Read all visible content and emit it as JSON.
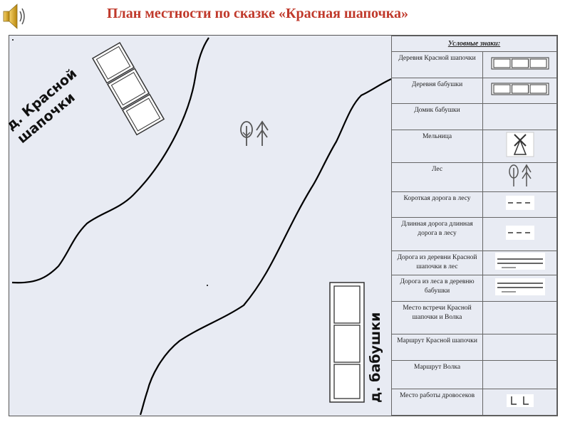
{
  "title": "План местности по сказке «Красная шапочка»",
  "map": {
    "village_red_riding_hood": "д. Красной шапочки",
    "village_grandma": "д. бабушки"
  },
  "legend": {
    "header": "Условные знаки:",
    "rows": [
      {
        "label": "Деревня Красной шапочки",
        "symbol": "houses-icon"
      },
      {
        "label": "Деревня бабушки",
        "symbol": "houses-icon"
      },
      {
        "label": "Домик бабушки",
        "symbol": ""
      },
      {
        "label": "Мельница",
        "symbol": "mill-icon"
      },
      {
        "label": "Лес",
        "symbol": "forest-icon"
      },
      {
        "label": "Короткая дорога в лесу",
        "symbol": "dashed-road-icon"
      },
      {
        "label": "Длинная дорога длинная дорога в лесу",
        "symbol": "dashed-road-icon"
      },
      {
        "label": "Дорога из деревни Красной шапочки в лес",
        "symbol": "double-road-icon"
      },
      {
        "label": "Дорога из леса в деревню бабушки",
        "symbol": "double-road-icon"
      },
      {
        "label": "Место встречи Красной шапочки и Волка",
        "symbol": ""
      },
      {
        "label": "Маршрут Красной шапочки",
        "symbol": ""
      },
      {
        "label": "Маршрут Волка",
        "symbol": ""
      },
      {
        "label": "Место работы дровосеков",
        "symbol": "woodcutters-icon"
      }
    ]
  }
}
